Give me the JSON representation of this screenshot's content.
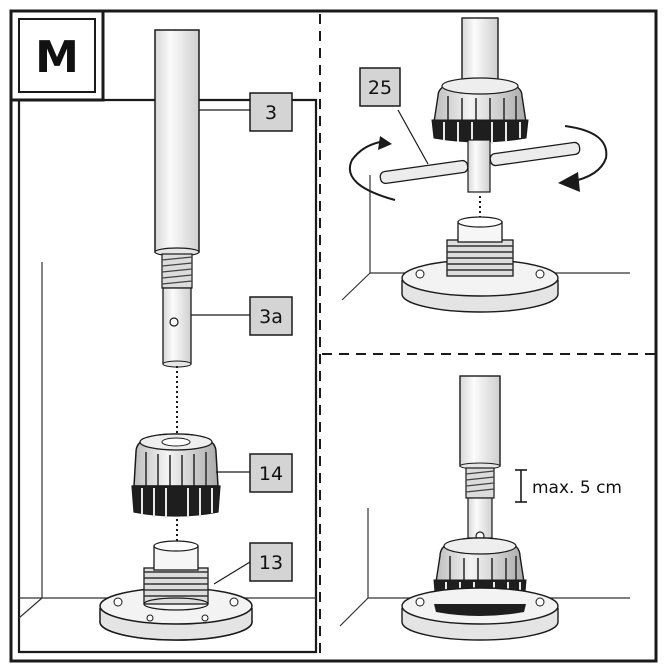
{
  "step_label": "M",
  "callouts": {
    "c3": "3",
    "c3a": "3a",
    "c14": "14",
    "c13": "13",
    "c25": "25"
  },
  "measurement": "max. 5 cm",
  "colors": {
    "line": "#1a1a1a",
    "callout_fill": "#d4d4d4",
    "part_fill": "#f2f2f2",
    "dark_fill": "#1e1e1e"
  }
}
